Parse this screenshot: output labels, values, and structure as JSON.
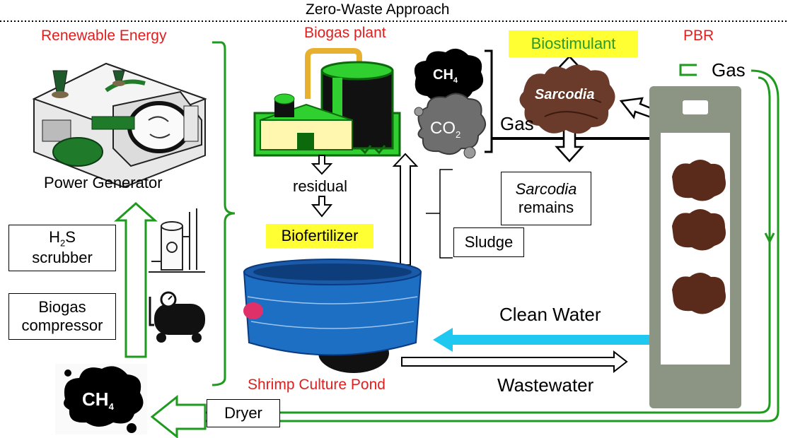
{
  "title": "Zero-Waste Approach",
  "sections": {
    "renewable_energy": "Renewable Energy",
    "biogas_plant": "Biogas plant",
    "pbr": "PBR",
    "shrimp_pond": "Shrimp Culture Pond"
  },
  "labels": {
    "power_generator": "Power Generator",
    "residual": "residual",
    "biofertilizer": "Biofertilizer",
    "biostimulant": "Biostimulant",
    "gas_pbr": "Gas",
    "gas_center": "Gas",
    "clean_water": "Clean Water",
    "wastewater": "Wastewater",
    "sarcodia_in_image": "Sarcodia",
    "ch4_main": "CH",
    "ch4_sub": "4",
    "co2_main": "CO",
    "co2_sub": "2",
    "ch4_bottom_main": "CH",
    "ch4_bottom_sub": "4"
  },
  "boxes": {
    "h2s_line1_main": "H",
    "h2s_line1_sub": "2",
    "h2s_line1_end": "S",
    "h2s_line2": "scrubber",
    "biogas_compressor_line1": "Biogas",
    "biogas_compressor_line2": "compressor",
    "sarcodia_remains_line1": "Sarcodia",
    "sarcodia_remains_line2": "remains",
    "sludge": "Sludge",
    "dryer": "Dryer"
  },
  "colors": {
    "green_flow": "#1e9a1e",
    "red_text": "#e01e1e",
    "highlight": "#ffff33",
    "clean_water": "#1ec8f0",
    "pbr_frame": "#8c9484"
  }
}
